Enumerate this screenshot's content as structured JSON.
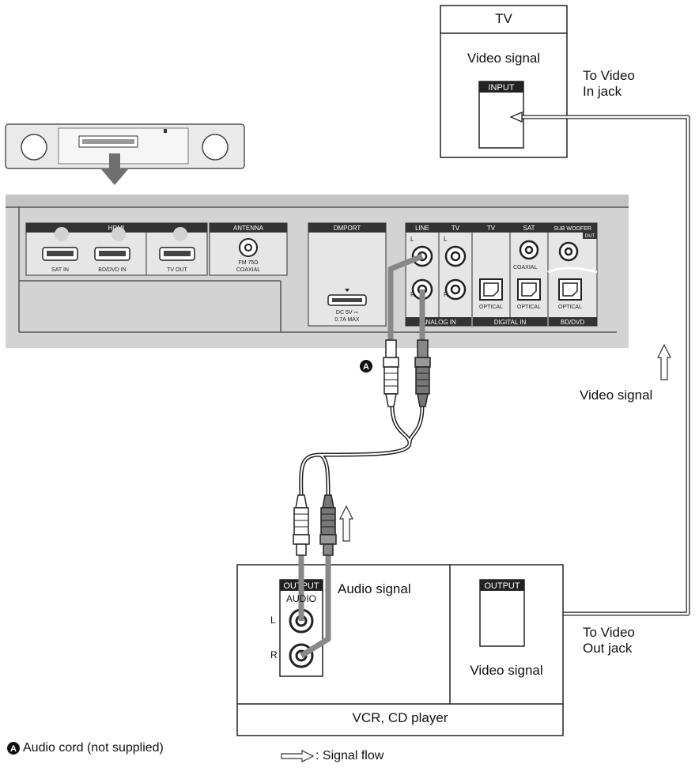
{
  "tv": {
    "title": "TV",
    "signal": "Video signal",
    "jack": "INPUT"
  },
  "to_video_in": {
    "line1": "To Video",
    "line2": "In jack"
  },
  "to_video_out": {
    "line1": "To Video",
    "line2": "Out jack"
  },
  "video_signal_right": "Video signal",
  "panel": {
    "hdmi": "HDMI",
    "sat_in": "SAT IN",
    "bd_dvd_in": "BD/DVD IN",
    "tv_out": "TV OUT",
    "antenna": "ANTENNA",
    "antenna_sub1": "FM 75Ω",
    "antenna_sub2": "COAXIAL",
    "dmport": "DMPORT",
    "dmport_sub1": "DC 5V ⎓",
    "dmport_sub2": "0.7A MAX",
    "line": "LINE",
    "tv1": "TV",
    "tv2": "TV",
    "sat": "SAT",
    "subwoofer": "SUB WOOFER",
    "out": "OUT",
    "l": "L",
    "r": "R",
    "coaxial": "COAXIAL",
    "optical1": "OPTICAL",
    "optical2": "OPTICAL",
    "optical3": "OPTICAL",
    "analog_in": "ANALOG IN",
    "digital_in": "DIGITAL IN",
    "bd_dvd": "BD/DVD"
  },
  "callout": "A",
  "vcr": {
    "output_left": "OUTPUT",
    "audio": "AUDIO",
    "l": "L",
    "r": "R",
    "audio_signal": "Audio signal",
    "output_right": "OUTPUT",
    "video_signal": "Video signal",
    "device": "VCR, CD player"
  },
  "legend": {
    "callout": "A",
    "cord": "Audio cord (not supplied)",
    "flow": ": Signal flow"
  }
}
